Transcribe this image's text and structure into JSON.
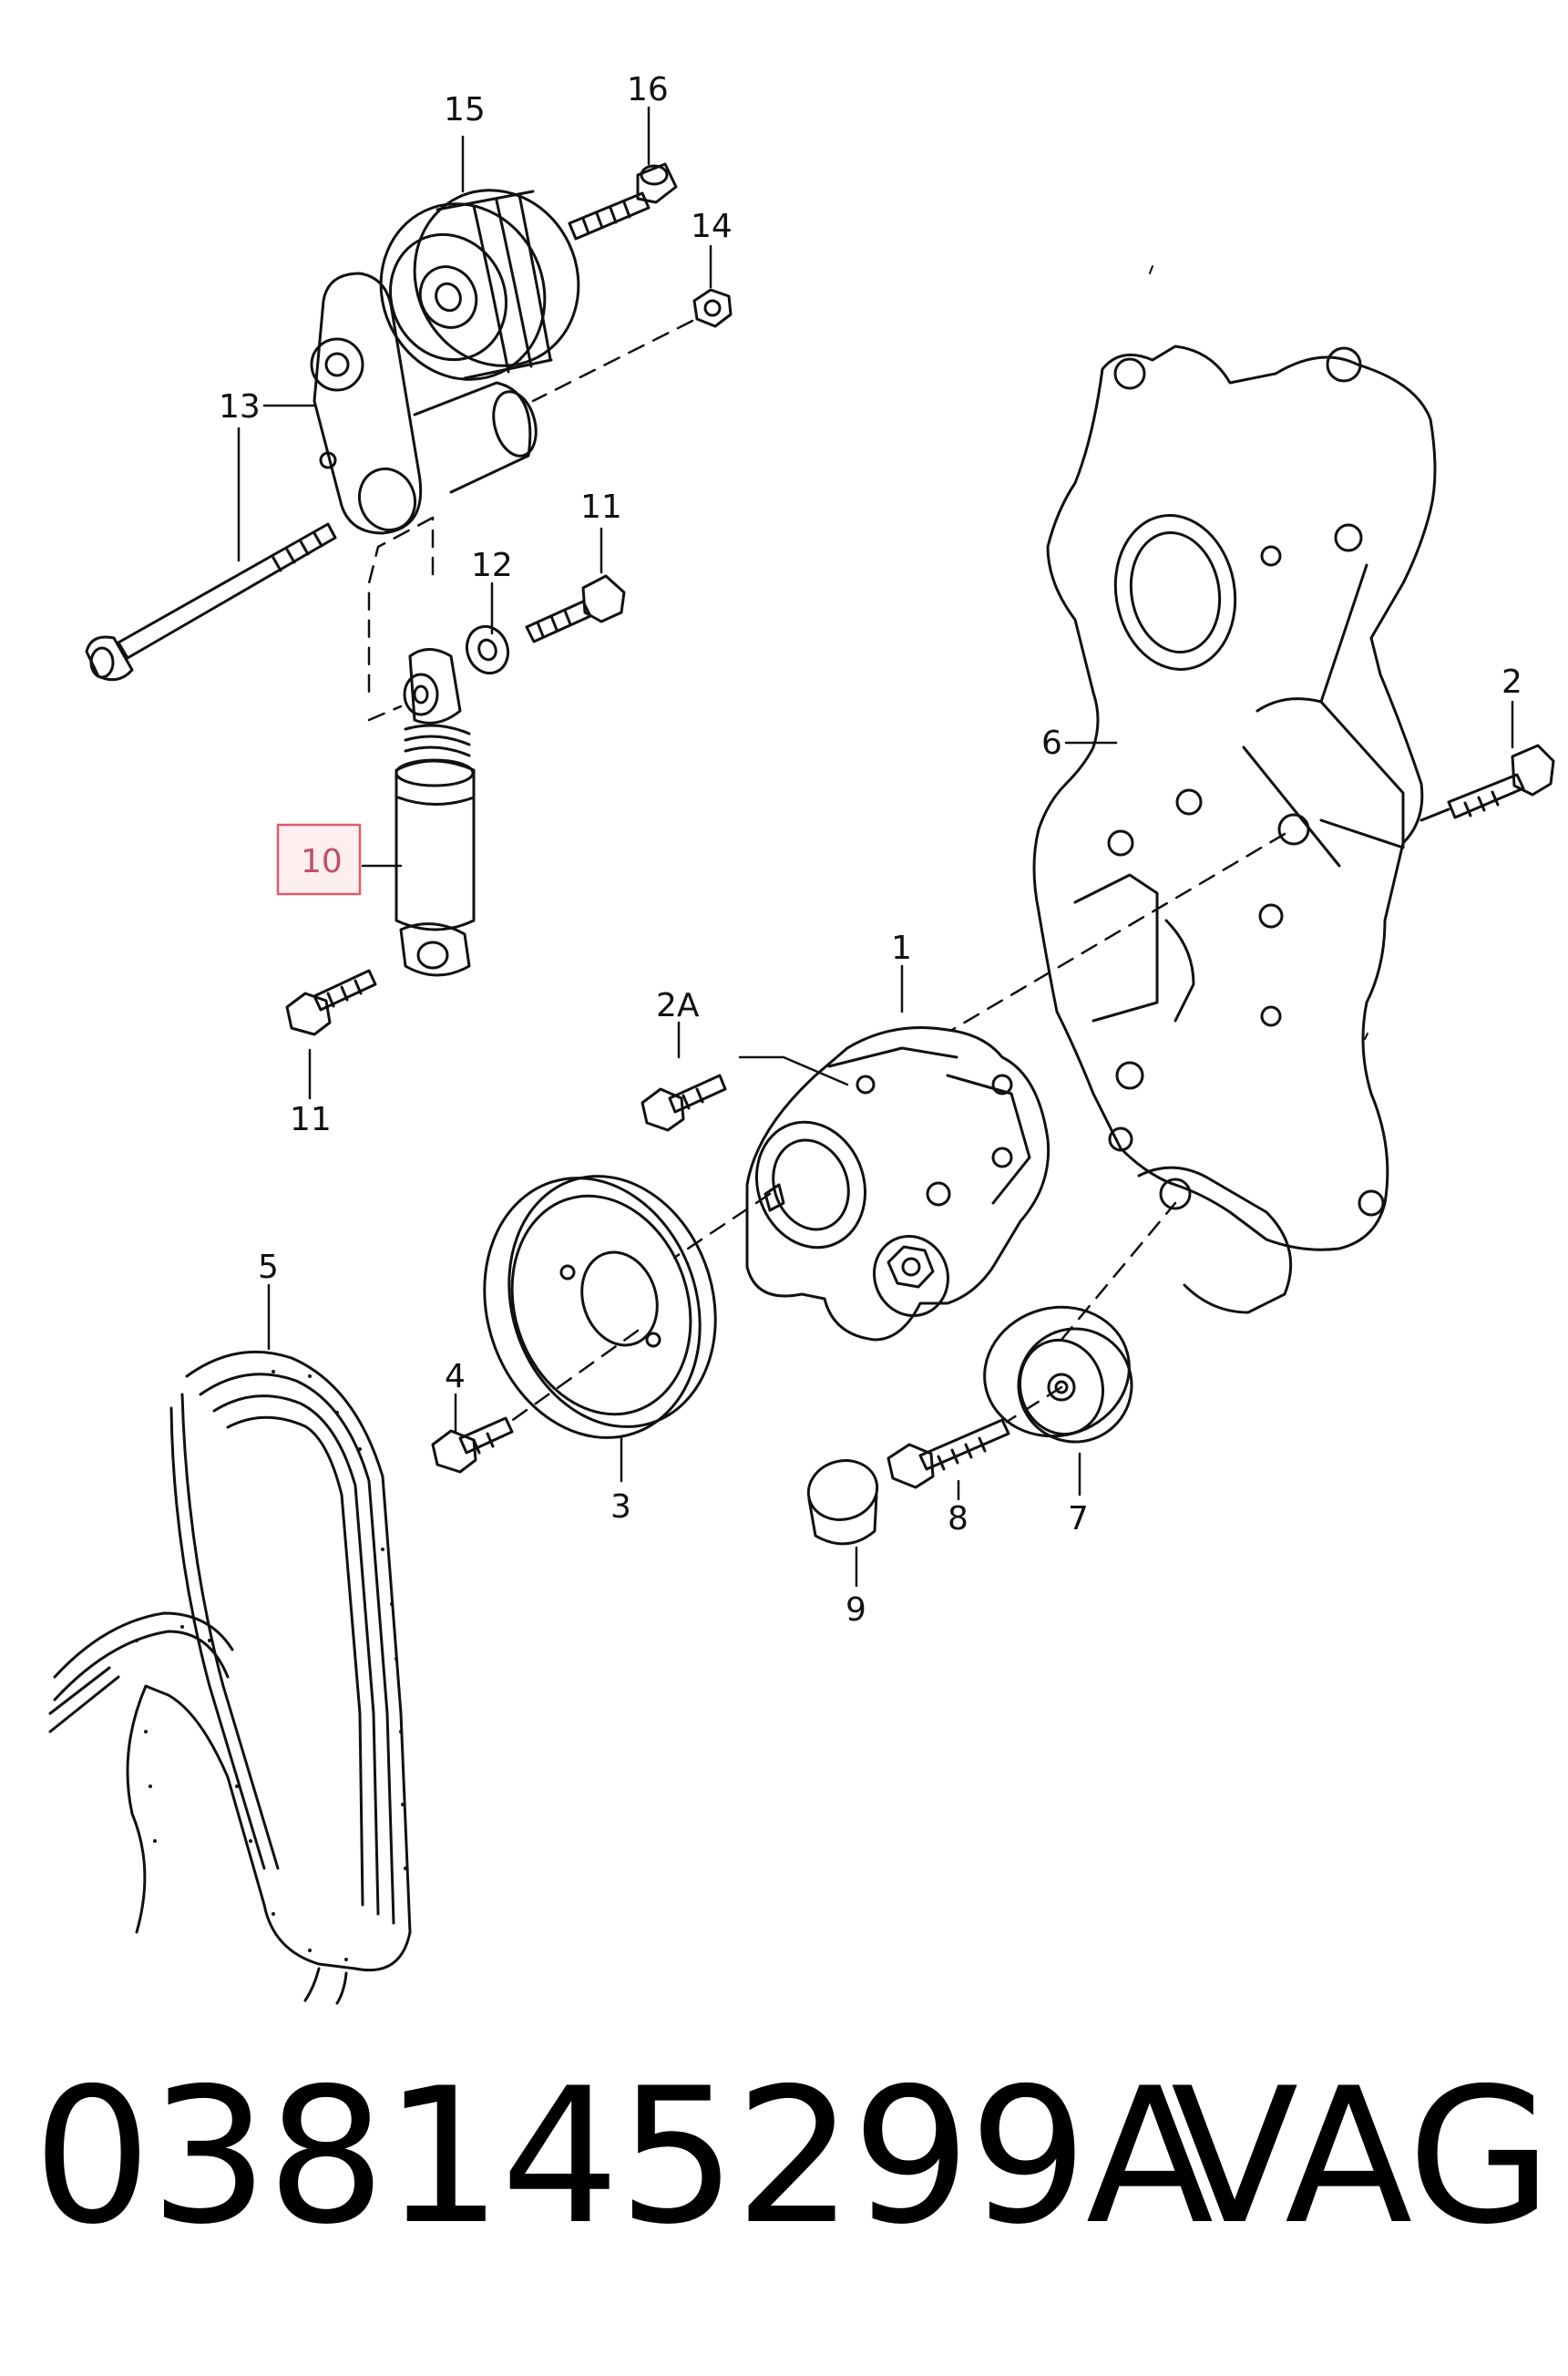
{
  "labels": {
    "p1": "1",
    "p2": "2",
    "p2a": "2A",
    "p3": "3",
    "p4": "4",
    "p5": "5",
    "p6": "6",
    "p7": "7",
    "p8": "8",
    "p9": "9",
    "p10": "10",
    "p11_top": "11",
    "p11_bottom": "11",
    "p12": "12",
    "p13": "13",
    "p14": "14",
    "p15": "15",
    "p16": "16"
  },
  "highlight": {
    "part": "10",
    "color": "#e05a6a",
    "fill": "#fdeef0"
  },
  "footer": {
    "part_number": "038145299A",
    "brand": "VAG"
  }
}
